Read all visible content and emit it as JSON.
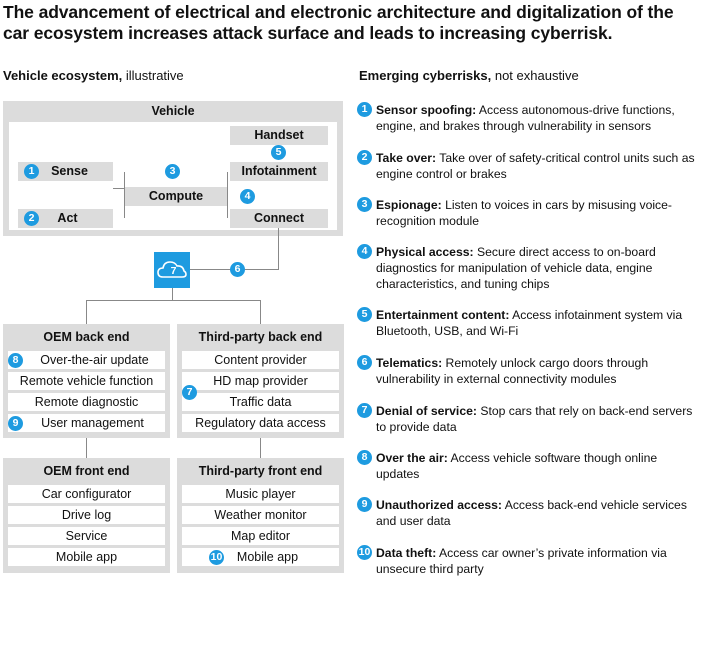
{
  "title": "The advancement of electrical and electronic architecture and digitalization of the car ecosystem increases attack surface and leads to increasing cyberrisk.",
  "left_heading": {
    "bold": "Vehicle ecosystem,",
    "normal": " illustrative"
  },
  "right_heading": {
    "bold": "Emerging cyberrisks,",
    "normal": " not exhaustive"
  },
  "vehicle": {
    "label": "Vehicle",
    "handset": "Handset",
    "sense": "Sense",
    "infotainment": "Infotainment",
    "compute": "Compute",
    "act": "Act",
    "connect": "Connect"
  },
  "badges": {
    "b1": "1",
    "b2": "2",
    "b3": "3",
    "b4": "4",
    "b5": "5",
    "b6": "6",
    "b7": "7",
    "b8": "8",
    "b9": "9",
    "b10": "10"
  },
  "oem_back_end": {
    "title": "OEM back end",
    "rows": [
      "Over-the-air update",
      "Remote vehicle function",
      "Remote diagnostic",
      "User management"
    ]
  },
  "third_party_back_end": {
    "title": "Third-party back end",
    "rows": [
      "Content provider",
      "HD map provider",
      "Traffic data",
      "Regulatory data access"
    ]
  },
  "oem_front_end": {
    "title": "OEM front end",
    "rows": [
      "Car configurator",
      "Drive log",
      "Service",
      "Mobile app"
    ]
  },
  "third_party_front_end": {
    "title": "Third-party front end",
    "rows": [
      "Music player",
      "Weather monitor",
      "Map editor",
      "Mobile app"
    ]
  },
  "risks": [
    {
      "n": "1",
      "name": "Sensor spoofing:",
      "desc": " Access autonomous-drive functions, engine, and brakes through vulnerability in sensors"
    },
    {
      "n": "2",
      "name": "Take over:",
      "desc": " Take over of safety-critical control units such as engine control or brakes"
    },
    {
      "n": "3",
      "name": "Espionage:",
      "desc": " Listen to voices in cars by misusing voice-recognition module"
    },
    {
      "n": "4",
      "name": "Physical access:",
      "desc": " Secure direct access to on-board diagnostics for manipulation of vehicle data, engine characteristics, and tuning chips"
    },
    {
      "n": "5",
      "name": "Entertainment content:",
      "desc": " Access infotainment system via Bluetooth, USB, and Wi-Fi"
    },
    {
      "n": "6",
      "name": "Telematics:",
      "desc": " Remotely unlock cargo doors through vulnerability in external connectivity modules"
    },
    {
      "n": "7",
      "name": "Denial of service:",
      "desc": " Stop cars that rely on back-end servers to provide data"
    },
    {
      "n": "8",
      "name": "Over the air:",
      "desc": " Access vehicle software though online updates"
    },
    {
      "n": "9",
      "name": "Unauthorized access:",
      "desc": " Access back-end vehicle services and user data"
    },
    {
      "n": "10",
      "name": "Data theft:",
      "desc": " Access car owner’s private information via unsecure third party"
    }
  ],
  "colors": {
    "accent": "#1e9be0",
    "panel": "#dcdcdc",
    "line": "#888888"
  }
}
